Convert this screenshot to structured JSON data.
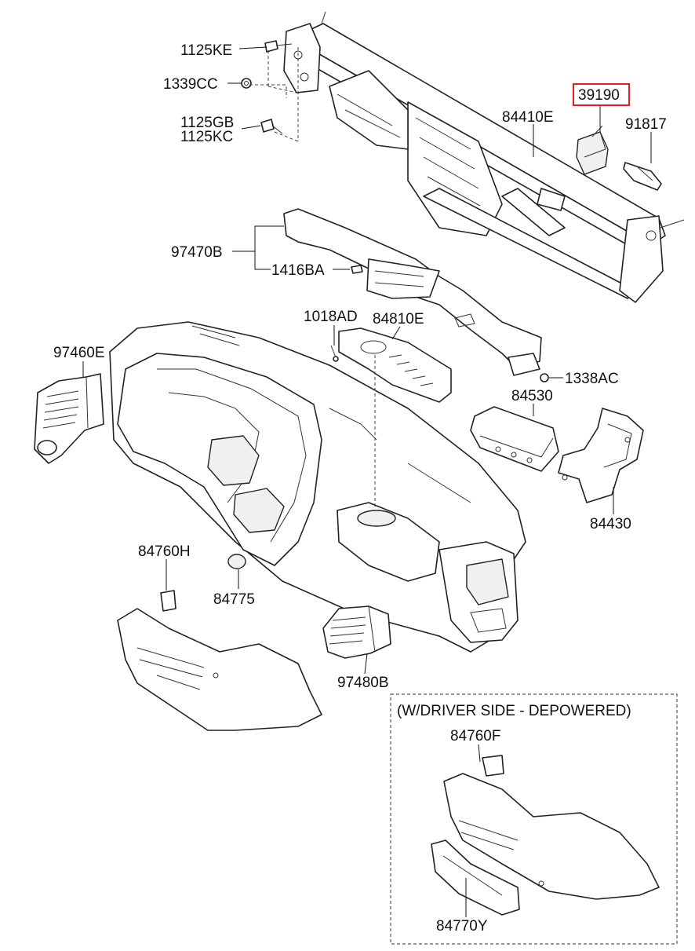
{
  "diagram": {
    "highlight_color": "#e02020",
    "callouts": {
      "p1125KE": "1125KE",
      "p1339CC": "1339CC",
      "p1125GB": "1125GB",
      "p1125KC": "1125KC",
      "p39190": "39190",
      "p84410E": "84410E",
      "p91817": "91817",
      "p97470B": "97470B",
      "p1416BA": "1416BA",
      "p1018AD": "1018AD",
      "p84810E": "84810E",
      "p97460E": "97460E",
      "p1338AC": "1338AC",
      "p84530": "84530",
      "p84430": "84430",
      "p84760H": "84760H",
      "p84775": "84775",
      "p97480B": "97480B",
      "p84760F": "84760F",
      "p84770Y": "84770Y"
    },
    "inset_title": "(W/DRIVER SIDE - DEPOWERED)",
    "highlighted_part": "39190"
  }
}
